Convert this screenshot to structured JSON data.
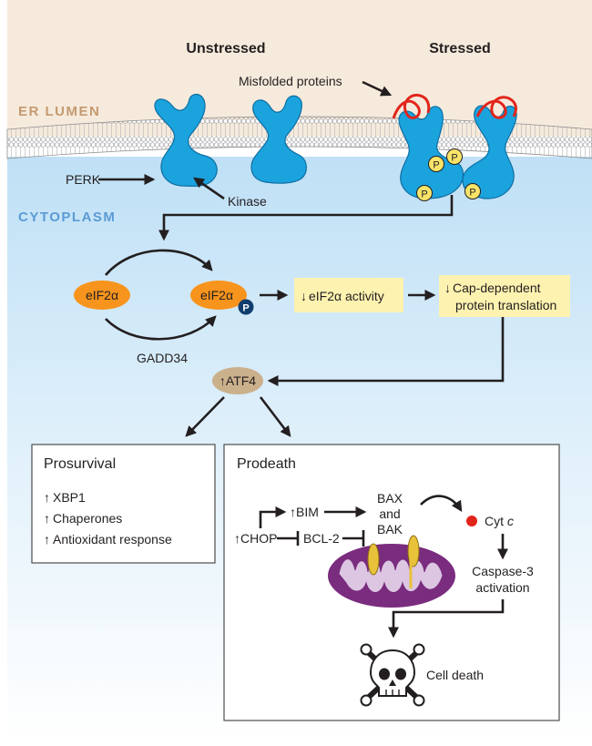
{
  "header": {
    "unstressed": "Unstressed",
    "stressed": "Stressed",
    "misfolded_proteins": "Misfolded proteins"
  },
  "regions": {
    "er_lumen": "ER LUMEN",
    "cytoplasm": "CYTOPLASM"
  },
  "labels": {
    "perk": "PERK",
    "kinase": "Kinase",
    "phospho": "P",
    "eif2a": "eIF2α",
    "eif2a_p": "eIF2α",
    "gadd34": "GADD34",
    "eif2a_activity": "eIF2α activity",
    "cap_dependent_line1": "Cap-dependent",
    "cap_dependent_line2": "protein translation",
    "atf4": "ATF4",
    "down_arrow": "↓",
    "up_arrow": "↑"
  },
  "prosurvival": {
    "title": "Prosurvival",
    "items": [
      "XBP1",
      "Chaperones",
      "Antioxidant response"
    ]
  },
  "prodeath": {
    "title": "Prodeath",
    "chop": "CHOP",
    "bim": "BIM",
    "bcl2": "BCL-2",
    "bax": "BAX",
    "and": "and",
    "bak": "BAK",
    "cyt": "Cyt",
    "cyt_italic": "c",
    "caspase_line1": "Caspase-3",
    "caspase_line2": "activation",
    "cell_death": "Cell death"
  },
  "colors": {
    "er_lumen_bg": "#f6eadc",
    "er_lumen_text": "#c49a72",
    "cytoplasm_text": "#5b9bd5",
    "perk_blue": "#1ba3de",
    "eif2a_orange": "#f7941d",
    "phospho_yellow": "#f9e46a",
    "highlight_yellow": "#fdf2b0",
    "atf4_tan": "#cbb08c",
    "misfolded_red": "#e1251b",
    "mito_purple": "#7a2c7e",
    "cyt_red": "#e1251b"
  }
}
